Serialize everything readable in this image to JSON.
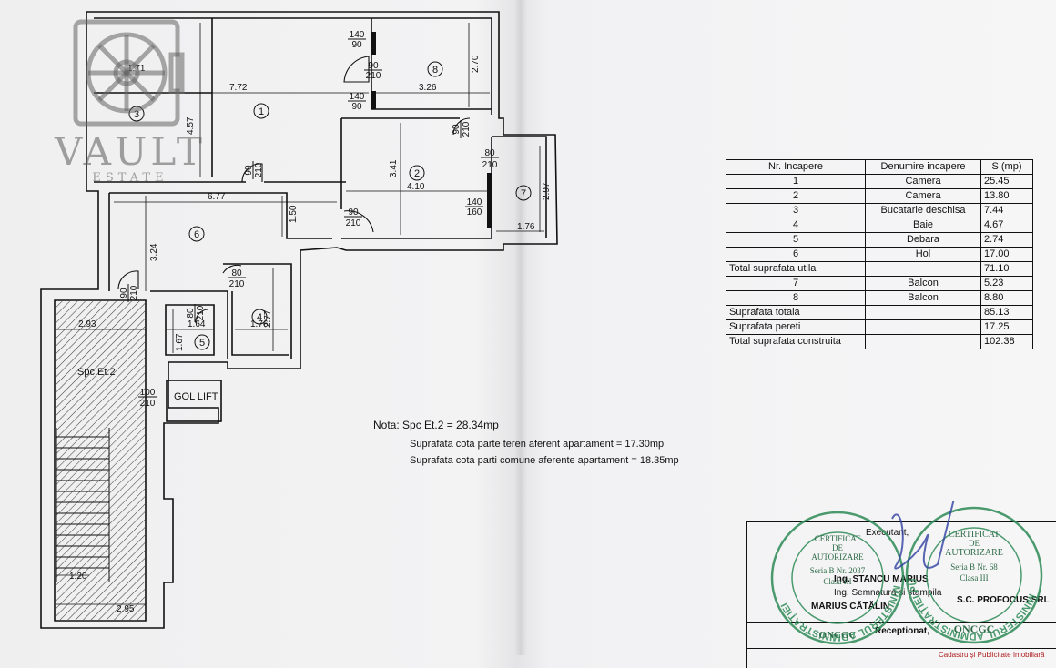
{
  "logo": {
    "word": "VAULT",
    "sub": "ESTATE"
  },
  "plan": {
    "rooms": {
      "r1": "1",
      "r2": "2",
      "r3": "3",
      "r4": "4",
      "r5": "5",
      "r6": "6",
      "r7": "7",
      "r8": "8"
    },
    "dims": {
      "d771": "1.71",
      "d772": "7.72",
      "d457": "4.57",
      "d326": "3.26",
      "d270": "2.70",
      "d341": "3.41",
      "d410": "4.10",
      "d297": "2.97",
      "d176a": "1.76",
      "d677": "6.77",
      "d150": "1.50",
      "d324": "3.24",
      "d293": "2.93",
      "d164": "1.64",
      "d167": "1.67",
      "d277": "2.77",
      "d176b": "1.76",
      "d120": "1.20",
      "d295": "2.95"
    },
    "doors": [
      {
        "top": "140",
        "bot": "90"
      },
      {
        "top": "90",
        "bot": "210"
      },
      {
        "top": "140",
        "bot": "90"
      },
      {
        "top": "90",
        "bot": "210"
      },
      {
        "top": "80",
        "bot": "210"
      },
      {
        "top": "90",
        "bot": "210"
      },
      {
        "top": "140",
        "bot": "160"
      },
      {
        "top": "90",
        "bot": "210"
      },
      {
        "top": "90",
        "bot": "210"
      },
      {
        "top": "80",
        "bot": "210"
      },
      {
        "top": "80",
        "bot": "210"
      },
      {
        "top": "100",
        "bot": "210"
      }
    ],
    "spc_label": "Spc Et.2",
    "lift_label": "GOL LIFT"
  },
  "table": {
    "headers": [
      "Nr. Incapere",
      "Denumire incapere",
      "S (mp)"
    ],
    "rows": [
      {
        "nr": "1",
        "name": "Camera",
        "s": "25.45"
      },
      {
        "nr": "2",
        "name": "Camera",
        "s": "13.80"
      },
      {
        "nr": "3",
        "name": "Bucatarie deschisa",
        "s": "7.44"
      },
      {
        "nr": "4",
        "name": "Baie",
        "s": "4.67"
      },
      {
        "nr": "5",
        "name": "Debara",
        "s": "2.74"
      },
      {
        "nr": "6",
        "name": "Hol",
        "s": "17.00"
      }
    ],
    "total_util": {
      "label": "Total suprafata utila",
      "s": "71.10"
    },
    "balcony_rows": [
      {
        "nr": "7",
        "name": "Balcon",
        "s": "5.23"
      },
      {
        "nr": "8",
        "name": "Balcon",
        "s": "8.80"
      }
    ],
    "totals": [
      {
        "label": "Suprafata totala",
        "s": "85.13"
      },
      {
        "label": "Suprafata pereti",
        "s": "17.25"
      },
      {
        "label": "Total suprafata construita",
        "s": "102.38"
      }
    ]
  },
  "notes": {
    "line1": "Nota: Spc Et.2 = 28.34mp",
    "line2": "Suprafata cota parte teren aferent apartament = 17.30mp",
    "line3": "Suprafata cota parti comune aferente apartament = 18.35mp"
  },
  "stamp": {
    "executant": "Executant,",
    "ing1": "Ing. STANCU MARIUS",
    "ing2": "Ing. Semnatura si stampila",
    "name": "MARIUS CĂTĂLIN",
    "company": "S.C. PROFOCUS SRL",
    "receptionat": "Receptionat,",
    "left_seal": {
      "ring": "MINISTERUL ADMINISTRAȚIEI",
      "ring2": "ONCGC",
      "t1": "CERTIFICAT",
      "t2": "DE",
      "t3": "AUTORIZARE",
      "t4": "Seria B Nr. 2037",
      "t5": "Clasa III"
    },
    "right_seal": {
      "ring": "MINISTERUL ADMINISTRAȚIEI PUBLICE",
      "ring2": "ONCGC",
      "t1": "CERTIFICAT",
      "t2": "DE",
      "t3": "AUTORIZARE",
      "t4": "Seria B Nr. 68",
      "t5": "Clasa III"
    },
    "footer": "Cadastru și Publicitate Imobiliară",
    "colors": {
      "seal_green": "#2e8b57",
      "seal_blue": "#3a4aa8",
      "signature": "#3040a0"
    }
  }
}
